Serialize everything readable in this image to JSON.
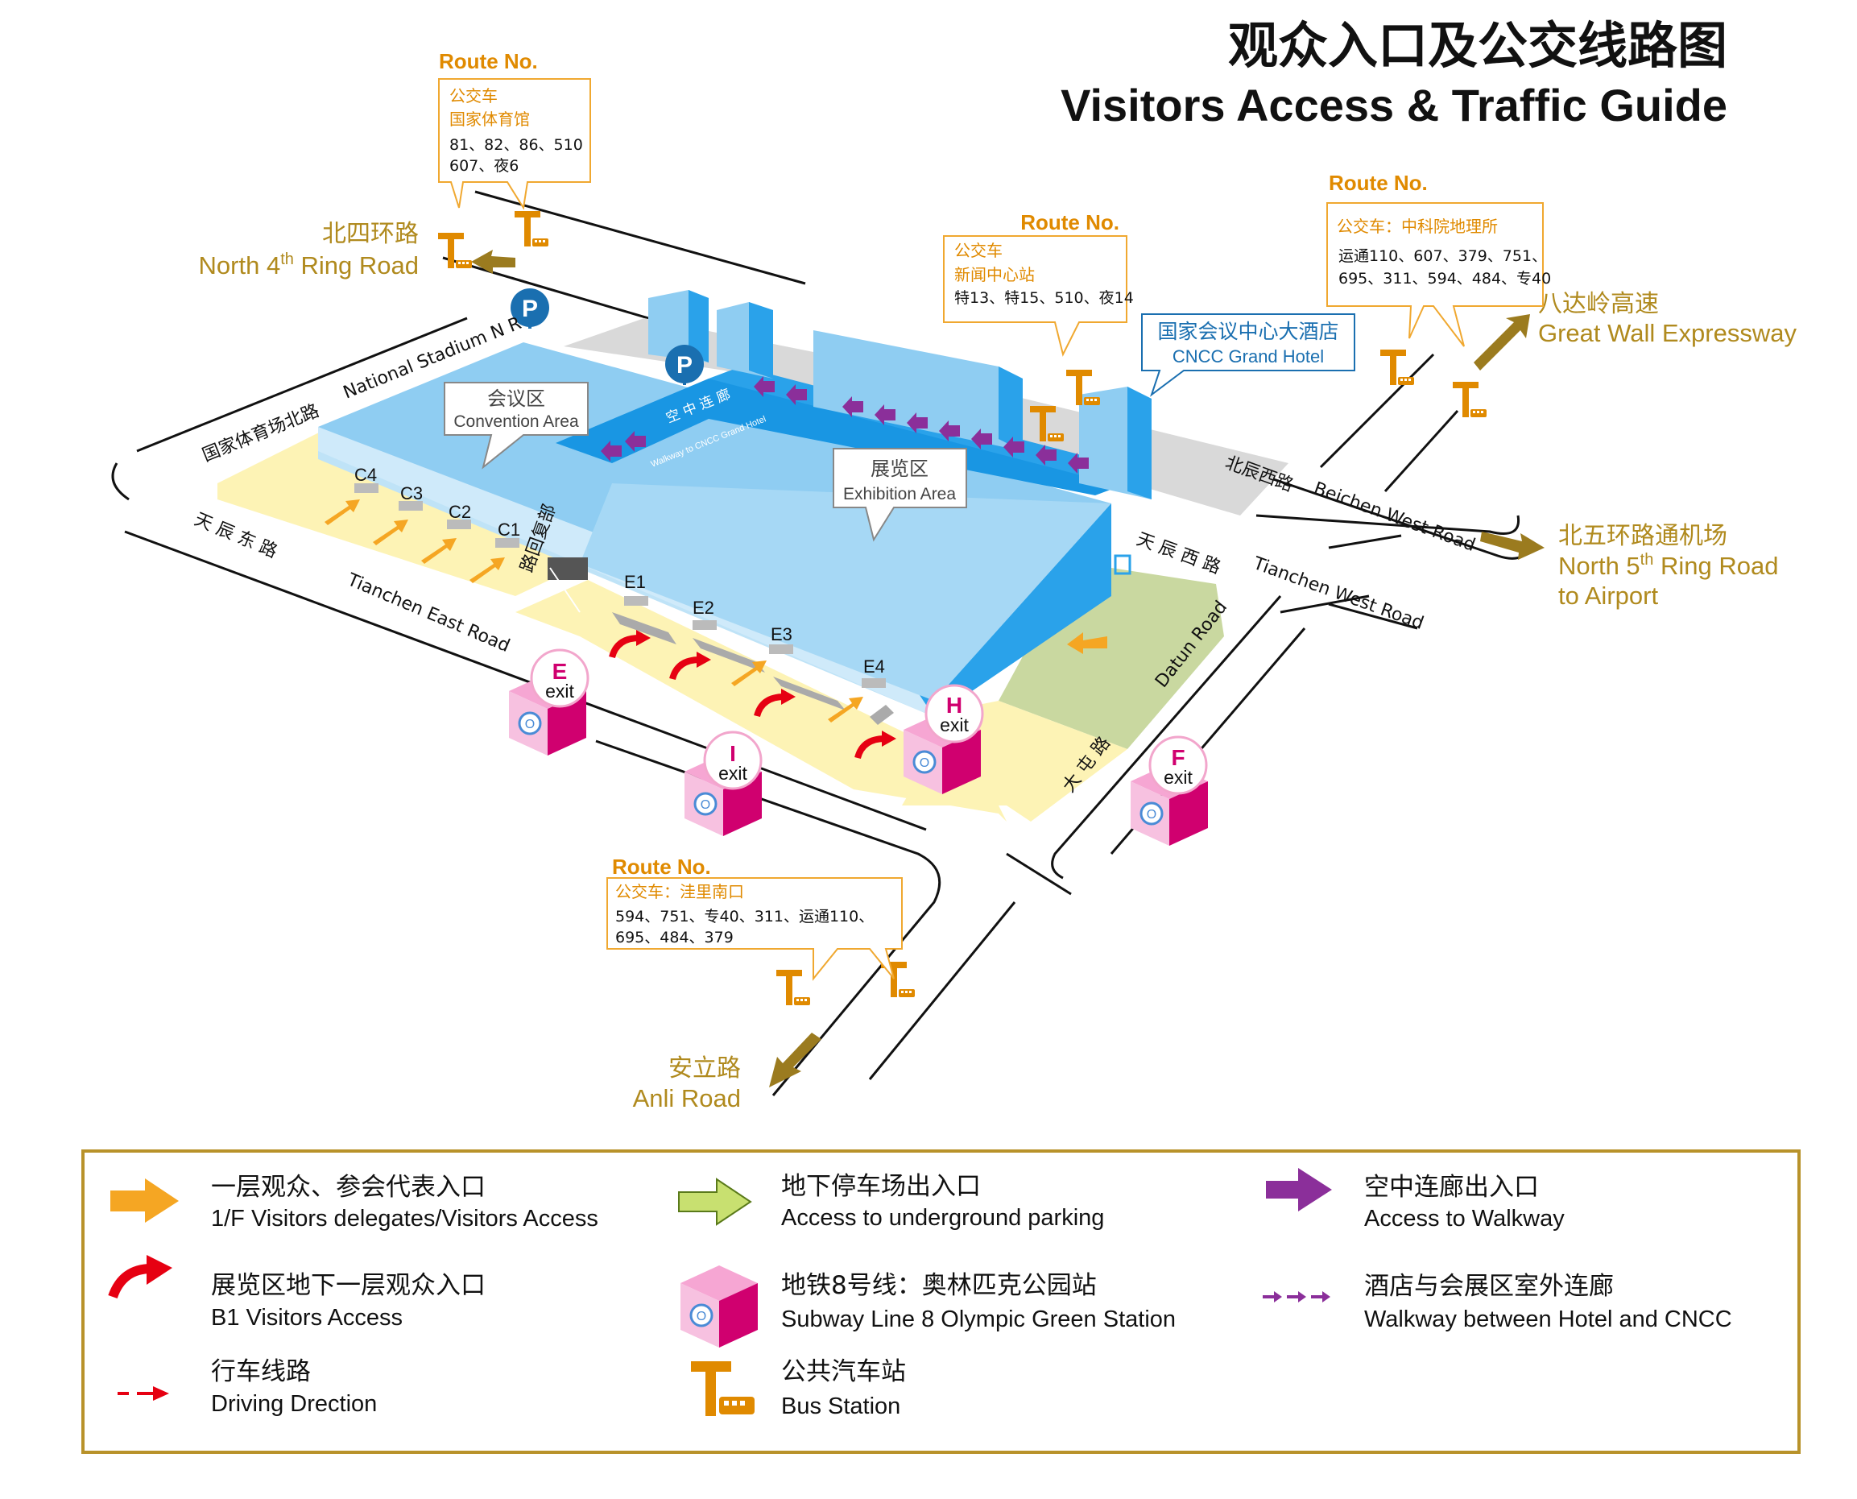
{
  "title": {
    "cn": "观众入口及公交线路图",
    "en": "Visitors Access & Traffic Guide"
  },
  "colors": {
    "accent_orange": "#f5a623",
    "route_gold": "#b08a1e",
    "building_blue": "#7cc3ee",
    "exit_magenta": "#d0006f",
    "walkway_purple": "#8b2f9a",
    "green_parking": "#8cc63f",
    "frame_gold": "#b8922a"
  },
  "roads": {
    "north4": {
      "cn": "北四环路",
      "en_pre": "North 4",
      "en_sup": "th",
      "en_post": " Ring Road"
    },
    "great_wall": {
      "cn": "八达岭高速",
      "en": "Great Wall Expressway"
    },
    "north5": {
      "cn": "北五环路通机场",
      "en_pre": "North 5",
      "en_sup": "th",
      "en_post": " Ring Road",
      "en2": "to Airport"
    },
    "anli": {
      "cn": "安立路",
      "en": "Anli Road"
    }
  },
  "streets": {
    "stadium_cn": "国家体育场北路",
    "stadium_en": "National Stadium N R",
    "tianchen_east_cn": "天 辰 东 路",
    "tianchen_east_en": "Tianchen East Road",
    "tianchen_west_cn": "天 辰 西 路",
    "tianchen_west_en": "Tianchen West Road",
    "beichen_cn": "北辰西路",
    "beichen_en": "Beichen West Road",
    "datun_cn": "大 屯 路",
    "datun_en": "Datun Road",
    "vertical_lane": "路回复部"
  },
  "route_boxes": {
    "nw": {
      "heading": "Route No.",
      "l1": "公交车",
      "l2": "国家体育馆",
      "l3": "81、82、86、510",
      "l4": "607、夜6"
    },
    "center": {
      "heading": "Route No.",
      "l1": "公交车",
      "l2": "新闻中心站",
      "l3": "特13、特15、510、夜14"
    },
    "ne": {
      "heading": "Route No.",
      "l1": "公交车：中科院地理所",
      "l2": "运通110、607、379、751、",
      "l3": "695、311、594、484、专40"
    },
    "south": {
      "heading": "Route No.",
      "l1": "公交车：洼里南口",
      "l2": "594、751、专40、311、运通110、",
      "l3": "695、484、379"
    }
  },
  "areas": {
    "convention": {
      "cn": "会议区",
      "en": "Convention Area"
    },
    "exhibition": {
      "cn": "展览区",
      "en": "Exhibition Area"
    },
    "hotel": {
      "cn": "国家会议中心大酒店",
      "en": "CNCC Grand Hotel"
    },
    "walkway_cn": "空 中 连 廊",
    "walkway_en": "Walkway to CNCC Grand Hotel"
  },
  "gates": [
    "C4",
    "C3",
    "C2",
    "C1",
    "E1",
    "E2",
    "E3",
    "E4"
  ],
  "exits": {
    "e": {
      "letter": "E",
      "word": "exit"
    },
    "i": {
      "letter": "I",
      "word": "exit"
    },
    "h": {
      "letter": "H",
      "word": "exit"
    },
    "f": {
      "letter": "F",
      "word": "exit"
    }
  },
  "parking": {
    "p1": "P",
    "p2": "P"
  },
  "legend": [
    {
      "icon": "orange-arrow",
      "cn": "一层观众、参会代表入口",
      "en": "1/F Visitors  delegates/Visitors Access"
    },
    {
      "icon": "green-arrow",
      "cn": "地下停车场出入口",
      "en": "Access to underground parking"
    },
    {
      "icon": "purple-arrow",
      "cn": "空中连廊出入口",
      "en": "Access to Walkway"
    },
    {
      "icon": "red-curved-arrow",
      "cn": "展览区地下一层观众入口",
      "en": "B1 Visitors Access"
    },
    {
      "icon": "subway-cube",
      "cn": "地铁8号线：奥林匹克公园站",
      "en": "Subway Line 8  Olympic Green Station"
    },
    {
      "icon": "purple-dashed-arrows",
      "cn": "酒店与会展区室外连廊",
      "en": "Walkway between Hotel and CNCC"
    },
    {
      "icon": "red-dashed-arrow",
      "cn": "行车线路",
      "en": "Driving Drection"
    },
    {
      "icon": "bus-stop",
      "cn": "公共汽车站",
      "en": "Bus Station"
    }
  ]
}
